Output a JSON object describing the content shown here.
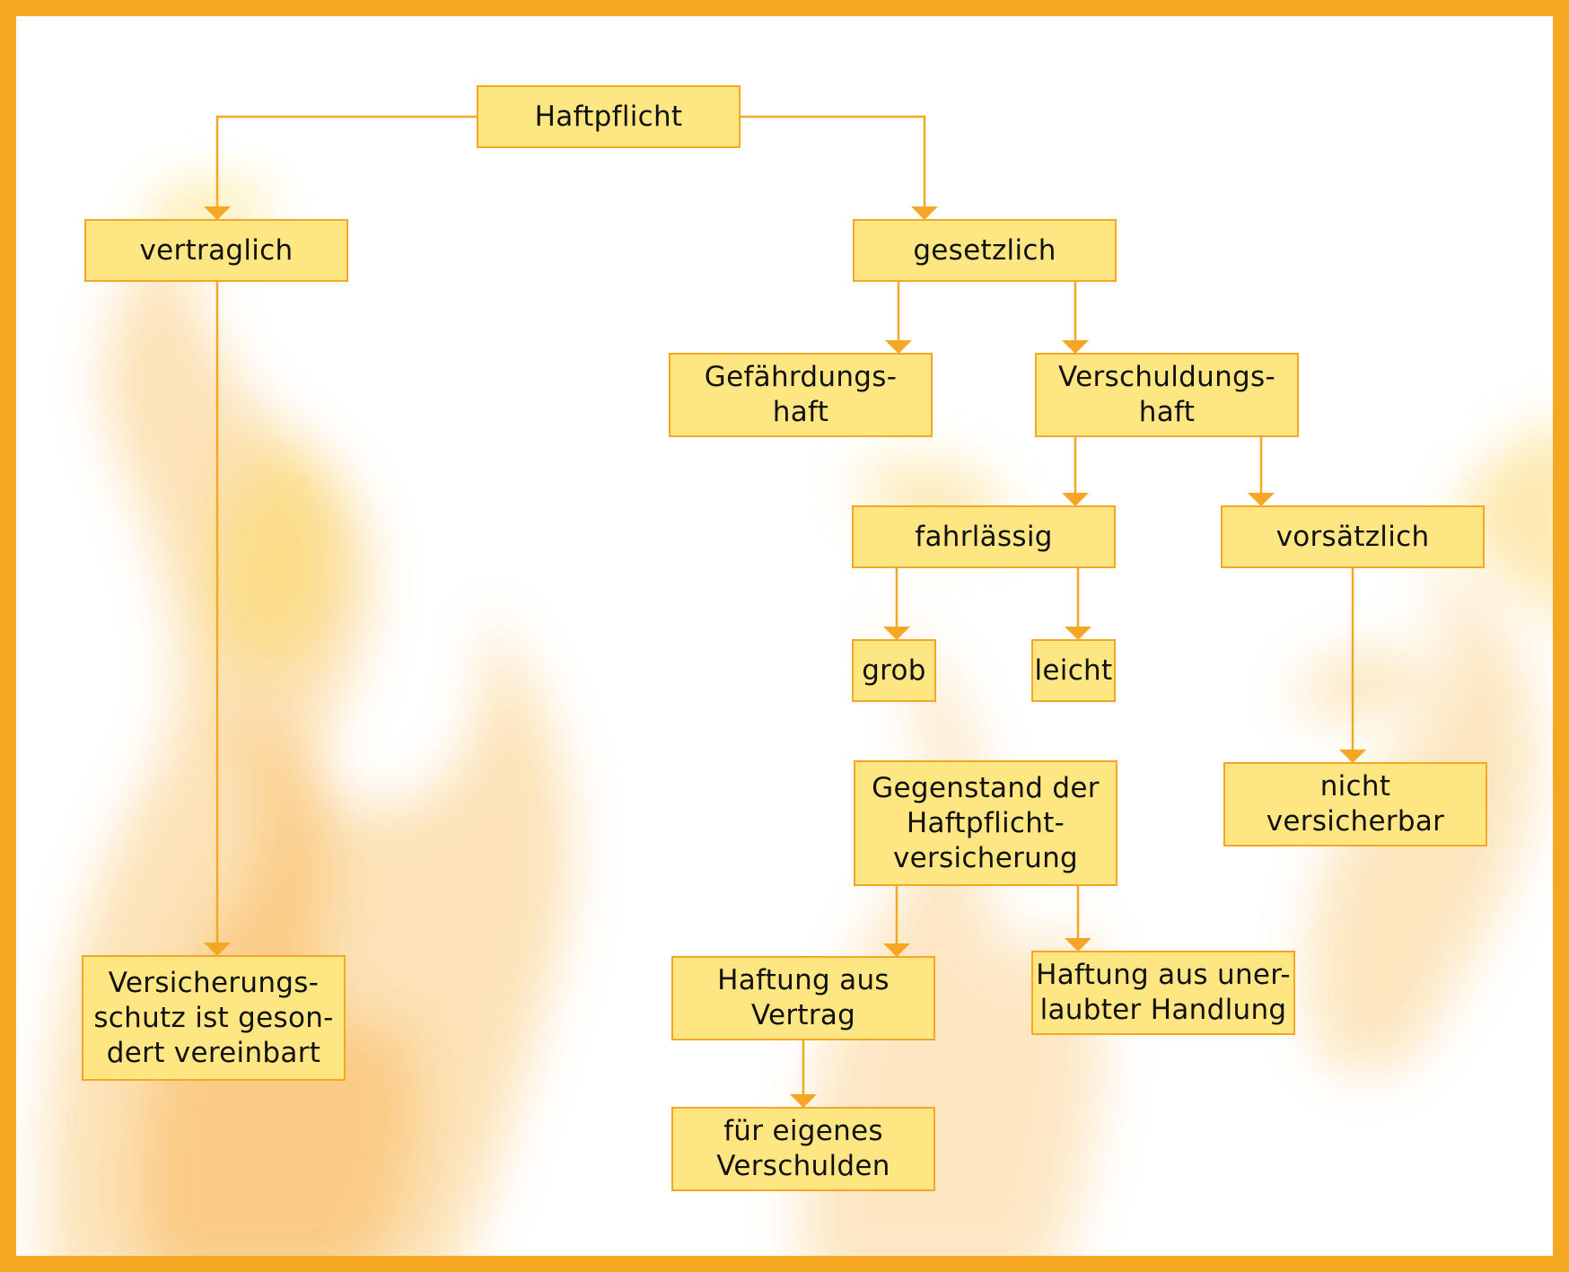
{
  "diagram": {
    "colors": {
      "frame": "#F7A823",
      "box_fill": "#FEE783",
      "box_border": "#F5A623",
      "connector": "#F5A623"
    },
    "nodes": {
      "haftpflicht": "Haftpflicht",
      "vertraglich": "vertraglich",
      "gesetzlich": "gesetzlich",
      "gefaehrdungshaft": "Gefährdungs-\nhaft",
      "verschuldungshaft": "Verschuldungs-\nhaft",
      "fahrlaessig": "fahrlässig",
      "vorsaetzlich": "vorsätzlich",
      "grob": "grob",
      "leicht": "leicht",
      "nicht_versicherbar": "nicht\nversicherbar",
      "gegenstand": "Gegenstand der\nHaftpflicht-\nversicherung",
      "versicherungsschutz": "Versicherungs-\nschutz ist geson-\ndert vereinbart",
      "haftung_vertrag": "Haftung aus\nVertrag",
      "haftung_unerlaubt": "Haftung aus uner-\nlaubter Handlung",
      "eigenes_verschulden": "für eigenes\nVerschulden"
    },
    "edges": [
      [
        "haftpflicht",
        "vertraglich"
      ],
      [
        "haftpflicht",
        "gesetzlich"
      ],
      [
        "vertraglich",
        "versicherungsschutz"
      ],
      [
        "gesetzlich",
        "gefaehrdungshaft"
      ],
      [
        "gesetzlich",
        "verschuldungshaft"
      ],
      [
        "verschuldungshaft",
        "fahrlaessig"
      ],
      [
        "verschuldungshaft",
        "vorsaetzlich"
      ],
      [
        "fahrlaessig",
        "grob"
      ],
      [
        "fahrlaessig",
        "leicht"
      ],
      [
        "vorsaetzlich",
        "nicht_versicherbar"
      ],
      [
        "gegenstand",
        "haftung_vertrag"
      ],
      [
        "gegenstand",
        "haftung_unerlaubt"
      ],
      [
        "haftung_vertrag",
        "eigenes_verschulden"
      ]
    ]
  }
}
